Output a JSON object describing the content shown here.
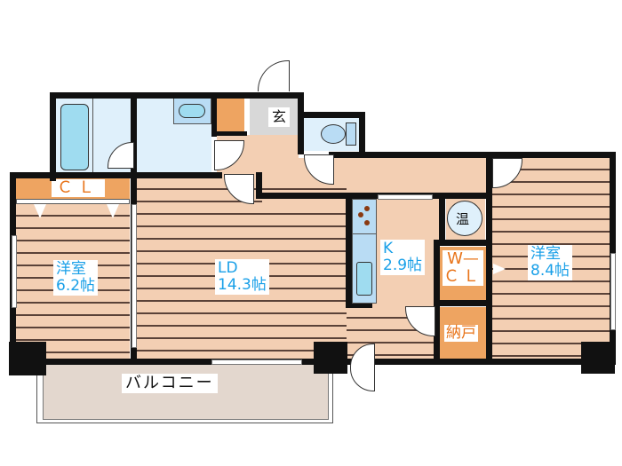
{
  "floor_plan": {
    "rooms": {
      "western_room_left": {
        "name": "洋室",
        "size": "6.2帖"
      },
      "ld": {
        "name": "LD",
        "size": "14.3帖"
      },
      "kitchen": {
        "name": "K",
        "size": "2.9帖"
      },
      "western_room_right": {
        "name": "洋室",
        "size": "8.4帖"
      },
      "closet_left": {
        "name": "ＣＬ"
      },
      "walk_in_closet": {
        "name_line1": "W—",
        "name_line2": "ＣＬ"
      },
      "storage": {
        "name": "納戸"
      },
      "entrance": {
        "name": "玄"
      },
      "water_heater": {
        "name": "温"
      },
      "balcony": {
        "name": "バルコニー"
      }
    },
    "colors": {
      "wall": "#111111",
      "floor_wood": "#f3cfb3",
      "wet_area": "#dff0fb",
      "closet": "#eea461",
      "balcony": "#e3d7ce",
      "room_label": "#1aa0e8",
      "closet_label": "#e8741a"
    }
  }
}
